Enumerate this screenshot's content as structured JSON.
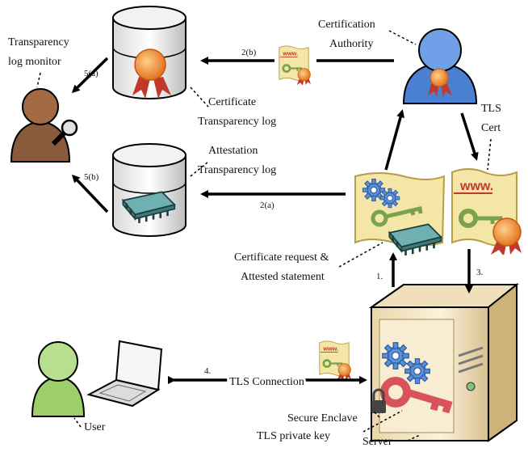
{
  "labels": {
    "transparency_log_monitor_line1": "Transparency",
    "transparency_log_monitor_line2": "log monitor",
    "certification_authority_line1": "Certification",
    "certification_authority_line2": "Authority",
    "certificate_transparency_log_line1": "Certificate",
    "certificate_transparency_log_line2": "Transparency log",
    "attestation_transparency_log_line1": "Attestation",
    "attestation_transparency_log_line2": "Transparency log",
    "tls_cert_line1": "TLS",
    "tls_cert_line2": "Cert",
    "cert_request_line1": "Certificate request &",
    "cert_request_line2": "Attested statement",
    "tls_connection": "TLS Connection",
    "secure_enclave": "Secure Enclave",
    "tls_private_key": "TLS private key",
    "server": "Server",
    "user": "User"
  },
  "steps": {
    "s1": "1.",
    "s2a": "2(a)",
    "s2b": "2(b)",
    "s3": "3.",
    "s4": "4.",
    "s5a": "5(a)",
    "s5b": "5(b)"
  },
  "cert_text": "www.",
  "colors": {
    "arrow": "#000000",
    "cert_paper": "#f4e6a6",
    "ribbon": "#e8731c",
    "key_green": "#9bbf6e",
    "key_red": "#d9535a",
    "gear_blue": "#5b8fd6",
    "chip": "#5f9e9e",
    "monitor_person": "#8a5a3c",
    "authority_person": "#4a7fd1",
    "user_person": "#9ccf6a",
    "server_case": "#f1e2c0"
  }
}
